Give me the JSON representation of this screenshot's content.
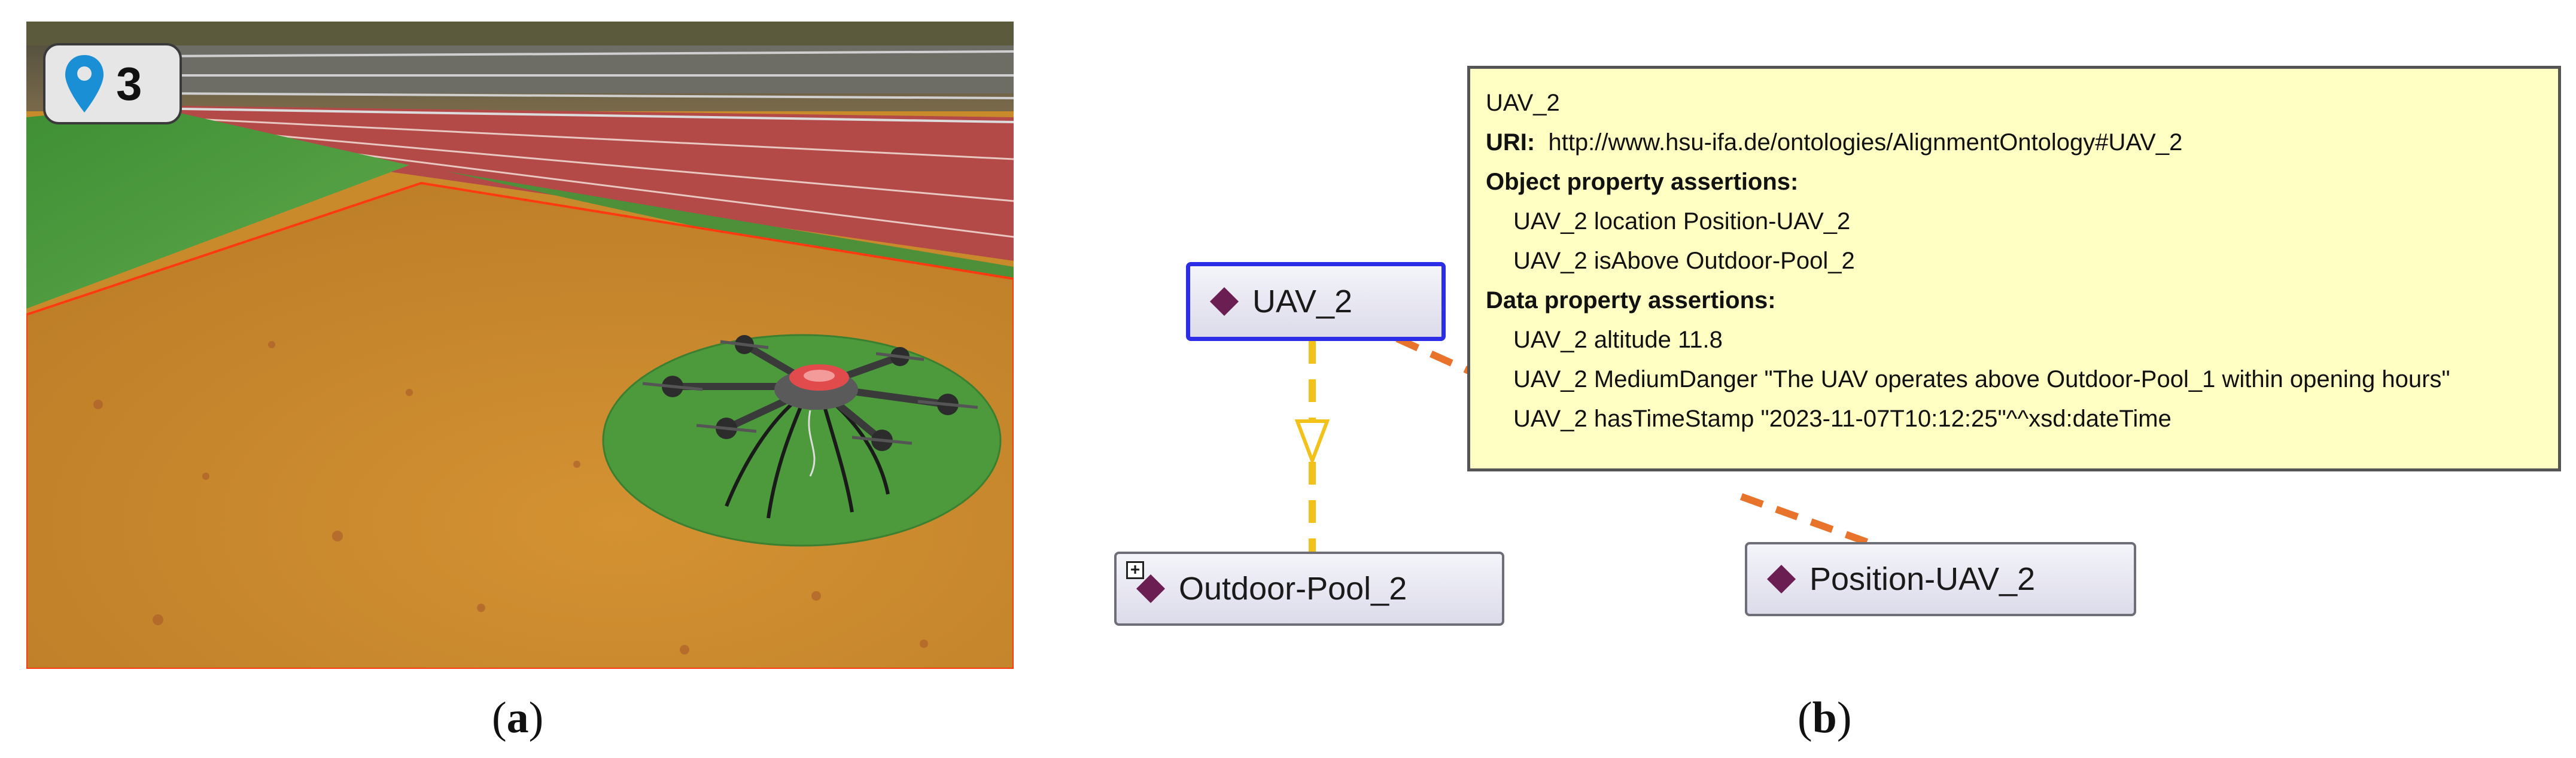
{
  "panel_a": {
    "marker_count": "3",
    "caption": {
      "open": "(",
      "letter": "a",
      "close": ")"
    }
  },
  "panel_b": {
    "caption": {
      "open": "(",
      "letter": "b",
      "close": ")"
    },
    "nodes": {
      "uav": "UAV_2",
      "pool": "Outdoor-Pool_2",
      "position": "Position-UAV_2",
      "expand_symbol": "+"
    },
    "tooltip": {
      "title": "UAV_2",
      "uri_label": "URI:",
      "uri_value": "http://www.hsu-ifa.de/ontologies/AlignmentOntology#UAV_2",
      "object_heading": "Object property assertions:",
      "object_assertions": [
        "UAV_2 location Position-UAV_2",
        "UAV_2 isAbove Outdoor-Pool_2"
      ],
      "data_heading": "Data property assertions:",
      "data_assertions": [
        "UAV_2 altitude 11.8",
        "UAV_2 MediumDanger \"The UAV operates above Outdoor-Pool_1 within opening hours\"",
        "UAV_2 hasTimeStamp \"2023-11-07T10:12:25\"^^xsd:dateTime"
      ]
    },
    "colors": {
      "isAbove_edge": "#f2c21a",
      "location_edge": "#e8732a",
      "selected_border": "#2b2ee6",
      "individual_diamond": "#6a1e52"
    }
  }
}
